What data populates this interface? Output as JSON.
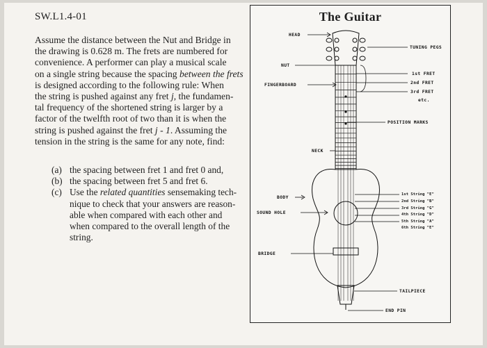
{
  "problem": {
    "id": "SW.L1.4-01",
    "p1": "Assume the distance between the Nut and Bridge in",
    "p2": "the drawing is 0.628 m. The frets are numbered for",
    "p3": "convenience. A performer can play a musical scale",
    "p4a": "on a single string because the spacing ",
    "p4b": "between the frets",
    "p5": "is designed according to the following rule: When",
    "p6a": "the string is pushed against any fret ",
    "p6b": "j",
    "p6c": ", the fundamen-",
    "p7": "tal frequency of the shortened string is larger by a",
    "p8": "factor of the twelfth root of two than it is when the",
    "p9a": "string is pushed against the fret ",
    "p9b": "j - 1",
    "p9c": ". Assuming the",
    "p10": "tension in the string is the same for any note, find:"
  },
  "questions": {
    "a": {
      "marker": "(a)",
      "text": "the spacing between fret 1 and fret 0 and,"
    },
    "b": {
      "marker": "(b)",
      "text": "the spacing between fret 5 and fret 6."
    },
    "c": {
      "marker": "(c)",
      "l1a": "Use the ",
      "l1b": "related quantities",
      "l1c": " sensemaking tech-",
      "l2": "nique to check that your answers are reason-",
      "l3": "able when compared with each other and",
      "l4": "when compared to the overall length of the",
      "l5": "string."
    }
  },
  "figure": {
    "title": "The Guitar",
    "labels": {
      "head": "HEAD",
      "nut": "NUT",
      "fingerboard": "FINGERBOARD",
      "neck": "NECK",
      "body": "BODY",
      "sound_hole": "SOUND HOLE",
      "bridge": "BRIDGE",
      "tuning_pegs": "TUNING PEGS",
      "fret1": "1st FRET",
      "fret2": "2nd FRET",
      "fret3": "3rd FRET",
      "etc": "etc.",
      "position_marks": "POSITION MARKS",
      "s1": "1st String \"E\"",
      "s2": "2nd String \"B\"",
      "s3": "3rd String \"G\"",
      "s4": "4th String \"D\"",
      "s5": "5th String \"A\"",
      "s6": "6th String \"E\"",
      "tailpiece": "TAILPIECE",
      "end_pin": "END PIN"
    }
  }
}
